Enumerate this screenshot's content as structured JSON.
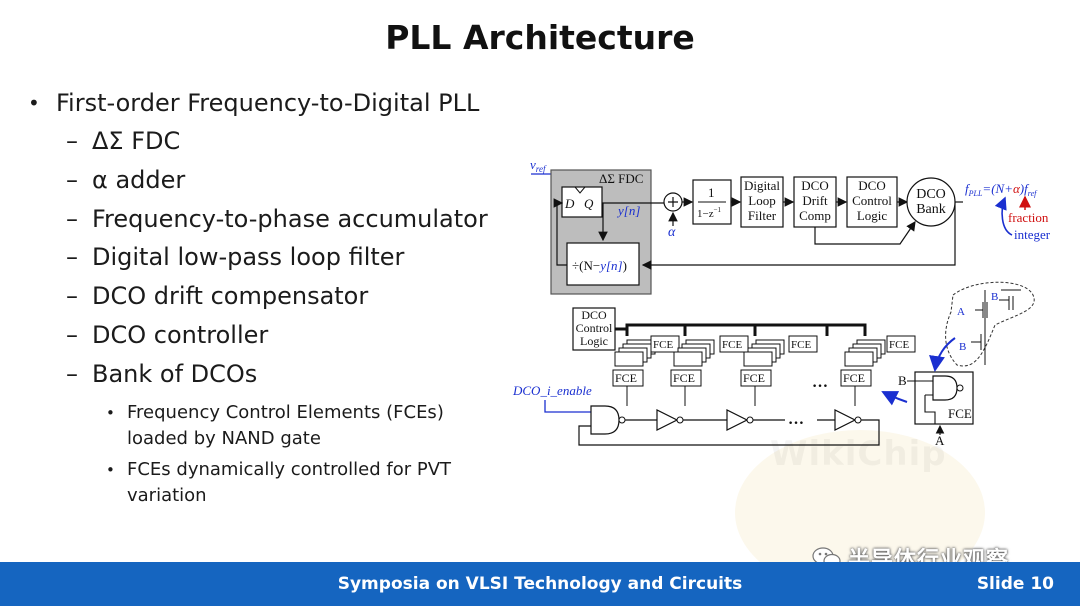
{
  "slide": {
    "title": "PLL Architecture",
    "main_bullet": "First-order Frequency-to-Digital PLL",
    "sub_bullets": [
      "ΔΣ FDC",
      "α adder",
      "Frequency-to-phase accumulator",
      "Digital low-pass loop filter",
      "DCO drift compensator",
      "DCO controller",
      "Bank of DCOs"
    ],
    "sub_sub_bullets": [
      "Frequency Control Elements (FCEs) loaded by NAND gate",
      "FCEs dynamically controlled for PVT variation"
    ],
    "dash": "–"
  },
  "diagram": {
    "vref": "v",
    "vref_sub": "ref",
    "fdc_label": "ΔΣ FDC",
    "flipflop_d": "D",
    "flipflop_q": "Q",
    "yn": "y[n]",
    "divider": "÷(N−",
    "divider_yn": "y[n]",
    "divider_close": ")",
    "alpha": "α",
    "accum_num": "1",
    "accum_den": "1−z",
    "accum_exp": "−1",
    "loop_filter": [
      "Digital",
      "Loop",
      "Filter"
    ],
    "drift_comp": [
      "DCO",
      "Drift",
      "Comp"
    ],
    "control_logic": [
      "DCO",
      "Control",
      "Logic"
    ],
    "dco_bank": [
      "DCO",
      "Bank"
    ],
    "fpll": "f",
    "fpll_sub": "PLL",
    "fpll_eq_open": "=(N+",
    "fpll_alpha": "α",
    "fpll_eq_close": ")f",
    "fref_sub": "ref",
    "fraction": "fraction",
    "integer": "integer",
    "control_logic_2": [
      "DCO",
      "Control",
      "Logic"
    ],
    "fce": "FCE",
    "dots": "…",
    "dco_enable": "DCO_i_enable",
    "nand_b": "B",
    "nand_a": "A",
    "nand_fce": "FCE",
    "tr_a": "A",
    "tr_b1": "B",
    "tr_b2": "B"
  },
  "footer": {
    "title": "Symposia on VLSI Technology and Circuits",
    "slide_number": "Slide 10"
  },
  "watermark": {
    "wikichip": "WikiChip",
    "wechat_name": "半导体行业观察"
  },
  "colors": {
    "footer_bg": "#1565c0",
    "diagram_blue": "#1a2fd0",
    "fraction_red": "#d01010",
    "fdc_gray": "#bdbdbd"
  }
}
